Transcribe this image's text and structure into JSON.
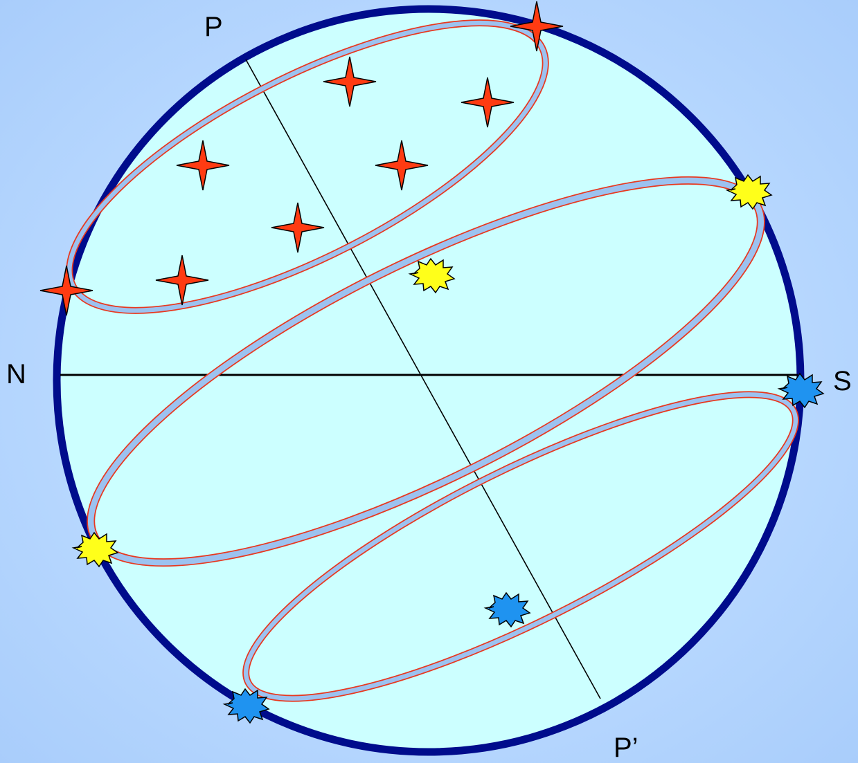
{
  "labels": {
    "pole_north": "P",
    "pole_south": "P’",
    "north": "N",
    "south": "S"
  },
  "colors": {
    "sphere_fill": "#ccffff",
    "sphere_outline": "#000c8c",
    "orbit_fill": "#9cc2f0",
    "orbit_stroke": "#e8381f",
    "star_circumpolar": "#ff3b12",
    "star_equatorial": "#ffff1a",
    "star_southern": "#1f93f0",
    "axis_line": "#000000",
    "horizon_line": "#000000"
  },
  "markers": {
    "circumpolar_star": "four-point-star-icon",
    "equatorial_star": "yellow-burst-icon",
    "southern_star": "blue-burst-icon"
  }
}
